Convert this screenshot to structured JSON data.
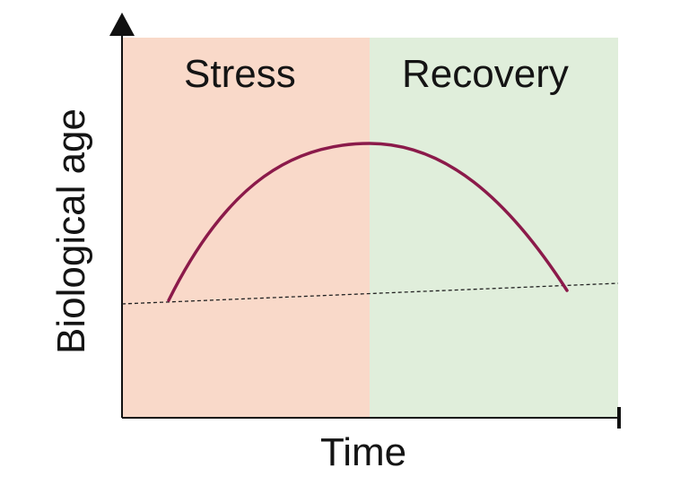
{
  "phases": [
    {
      "label": "Stress",
      "color": "#f9d9c9"
    },
    {
      "label": "Recovery",
      "color": "#e0eedb"
    }
  ],
  "axes": {
    "x_label": "Time",
    "y_label": "Biological age"
  },
  "colors": {
    "curve": "#8b1a4a",
    "baseline": "#222222",
    "axis": "#111111"
  }
}
